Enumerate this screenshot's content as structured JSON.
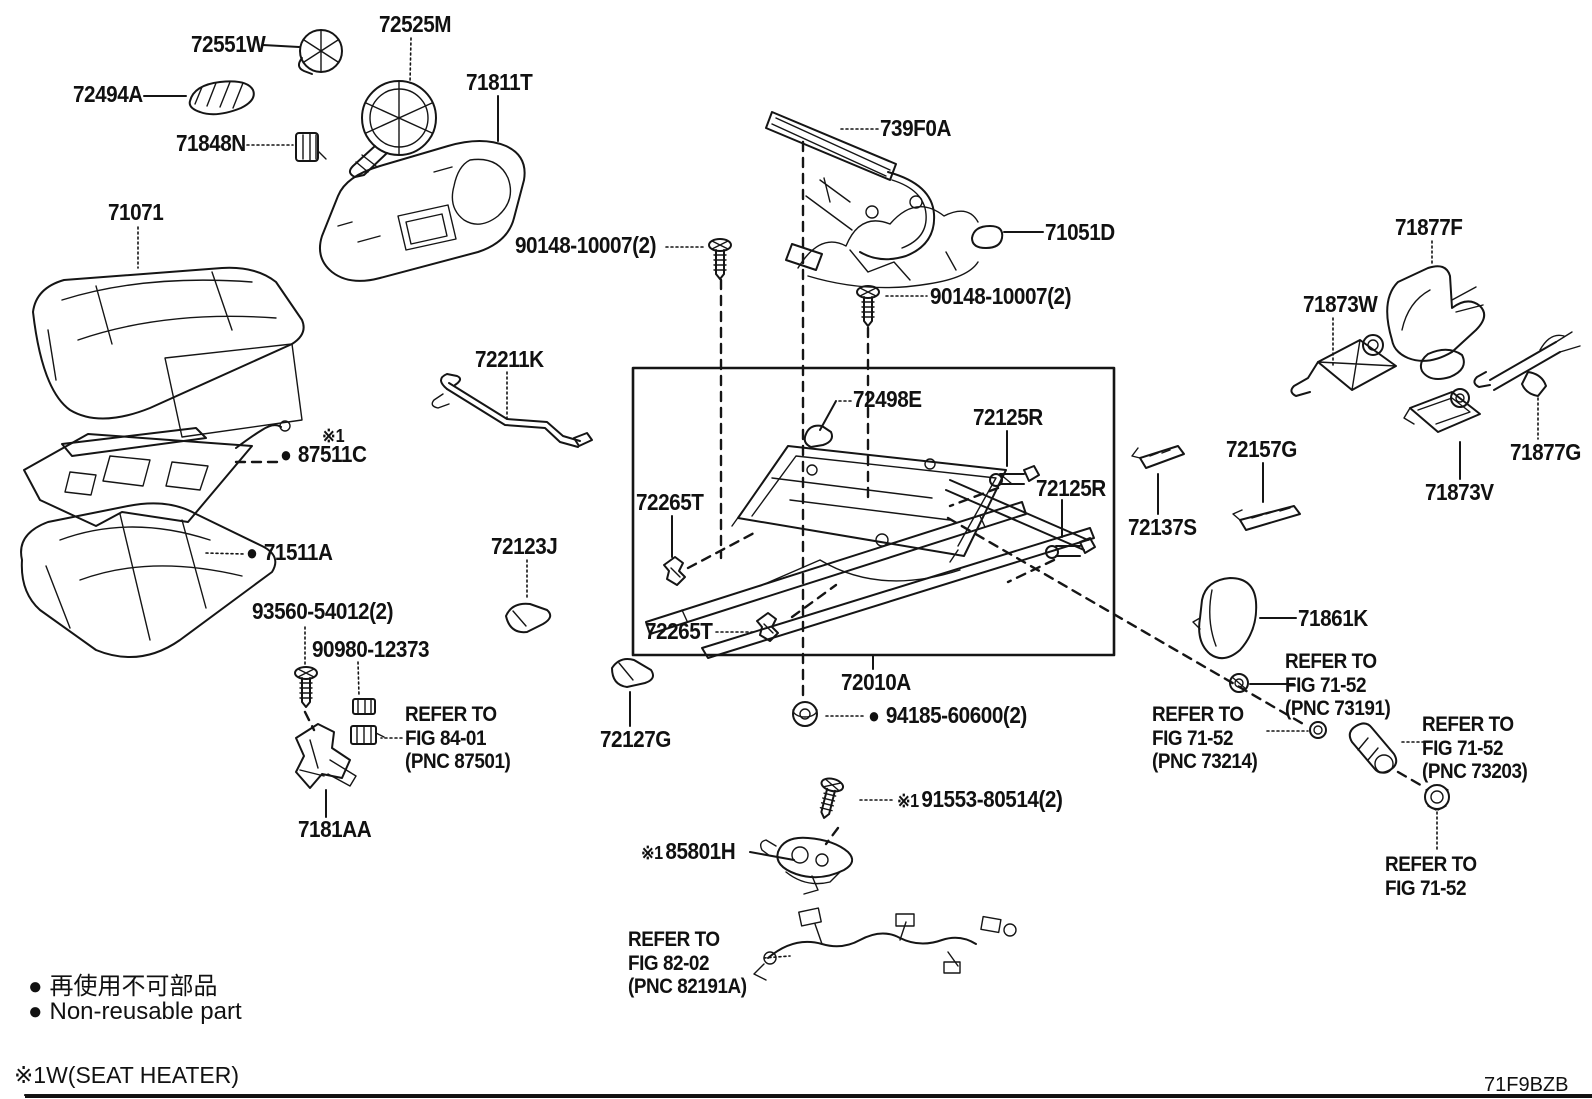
{
  "figure_code": "71F9BZB",
  "labels": {
    "p72551W": "72551W",
    "p72525M": "72525M",
    "p72494A": "72494A",
    "p71848N": "71848N",
    "p71811T": "71811T",
    "p71071": "71071",
    "p87511C": "87511C",
    "p71511A": "71511A",
    "p93560": "93560-54012(2)",
    "p90980": "90980-12373",
    "p7181AA": "7181AA",
    "p90148": "90148-10007(2)",
    "p739F0A": "739F0A",
    "p71051D": "71051D",
    "p72211K": "72211K",
    "p72123J": "72123J",
    "p72127G": "72127G",
    "p72498E": "72498E",
    "p72125R": "72125R",
    "p72265T": "72265T",
    "p72010A": "72010A",
    "p94185": "94185-60600(2)",
    "p91553": "91553-80514(2)",
    "p85801H": "85801H",
    "p71877F": "71877F",
    "p71873W": "71873W",
    "p71877G": "71877G",
    "p71873V": "71873V",
    "p72157G": "72157G",
    "p72137S": "72137S",
    "p71861K": "71861K"
  },
  "markers": {
    "note1": "※1"
  },
  "refs": {
    "fig8401": [
      "REFER TO",
      "FIG 84-01",
      "(PNC 87501)"
    ],
    "fig8202": [
      "REFER TO",
      "FIG 82-02",
      "(PNC 82191A)"
    ],
    "fig7152a": [
      "REFER TO",
      "FIG 71-52",
      "(PNC 73191)"
    ],
    "fig7152b": [
      "REFER TO",
      "FIG 71-52",
      "(PNC 73214)"
    ],
    "fig7152c": [
      "REFER TO",
      "FIG 71-52",
      "(PNC 73203)"
    ],
    "fig7152d": [
      "REFER TO",
      "FIG 71-52"
    ]
  },
  "legend": {
    "bullet": "●",
    "jp": "再使用不可部品",
    "en": "Non-reusable part"
  },
  "footnote": {
    "marker": "※1",
    "text": "W(SEAT HEATER)"
  },
  "colors": {
    "line": "#151515",
    "background": "#ffffff"
  }
}
